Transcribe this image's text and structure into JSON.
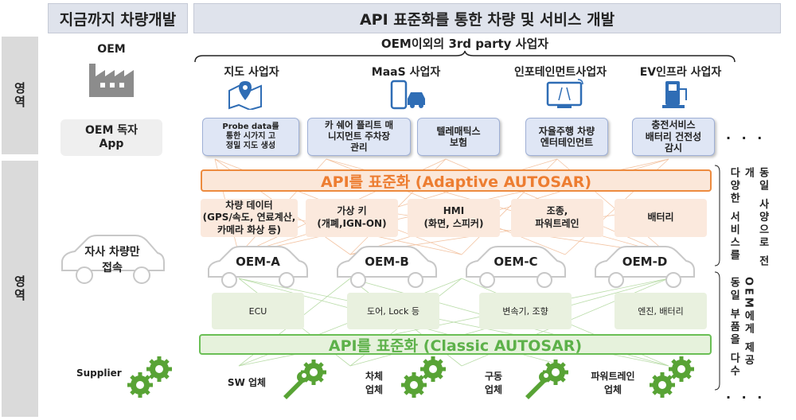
{
  "header": {
    "left_title": "지금까지 차량개발",
    "right_title": "API 표준화를 통한 차량 및 서비스 개발"
  },
  "side_labels": {
    "top": "영역",
    "bottom": "영역"
  },
  "left_column": {
    "oem": "OEM",
    "oem_app": "OEM 독자\nApp",
    "own_car": "자사 차량만\n접속",
    "supplier": "Supplier"
  },
  "third_party_title": "OEM이외의 3rd party 사업자",
  "businesses": [
    "지도 사업자",
    "MaaS 사업자",
    "인포테인먼트사업자",
    "EV인프라 사업자"
  ],
  "service_boxes": [
    "Probe data를\n통한 시가지 고\n정밀 지도 생성",
    "카 쉐어 플리트 매\n니지먼트 주차장\n관리",
    "텔레매틱스\n보험",
    "자율주행 차량\n엔터테인먼트",
    "충전서비스\n배터리 건전성\n감시"
  ],
  "ellipsis": "· · ·",
  "api_adaptive": "API를 표준화 (Adaptive AUTOSAR)",
  "api_classic": "API를 표준화 (Classic AUTOSAR)",
  "vehicle_data": [
    "차량 데이터\n(GPS/속도, 연료계산,\n카메라 화상 등)",
    "가상 키\n(개폐,IGN-ON)",
    "HMI\n(화면, 스피커)",
    "조종,\n파워트레인",
    "배터리"
  ],
  "oems": [
    "OEM-A",
    "OEM-B",
    "OEM-C",
    "OEM-D"
  ],
  "parts": [
    "ECU",
    "도어, Lock 등",
    "변속기, 조향",
    "엔진, 배터리"
  ],
  "suppliers": [
    "SW 업체",
    "차체\n업체",
    "구동\n업체",
    "파워트레인\n업체"
  ],
  "right_notes": {
    "top": "동일 사양으로 전개\n다양한 서비스를",
    "bottom": "OEM에게 제공\n동일 부품을 다수"
  },
  "colors": {
    "orange": "#ed7d31",
    "green": "#5db14a",
    "blue_icon": "#2f6db5",
    "gear_green": "#58a335"
  }
}
